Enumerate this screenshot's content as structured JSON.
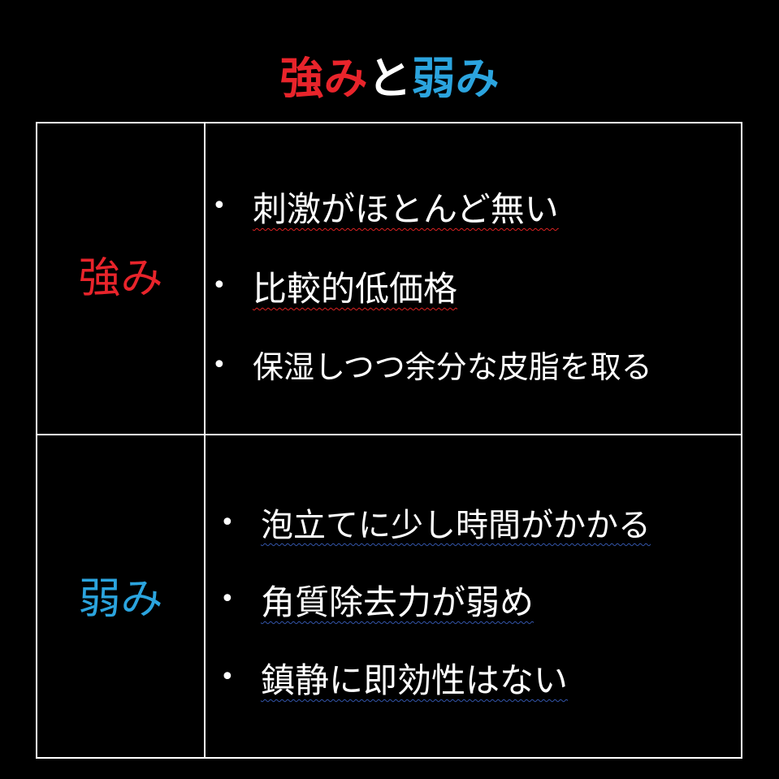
{
  "title": {
    "part1": "強み",
    "part2": "と",
    "part3": "弱み"
  },
  "colors": {
    "strength": "#e8242b",
    "weakness": "#2ba4de",
    "text": "#ffffff",
    "background": "#000000"
  },
  "strengths": {
    "label": "強み",
    "items": [
      "刺激がほとんど無い",
      "比較的低価格",
      "保湿しつつ余分な皮脂を取る"
    ]
  },
  "weaknesses": {
    "label": "弱み",
    "items": [
      "泡立てに少し時間がかかる",
      "角質除去力が弱め",
      "鎮静に即効性はない"
    ]
  }
}
